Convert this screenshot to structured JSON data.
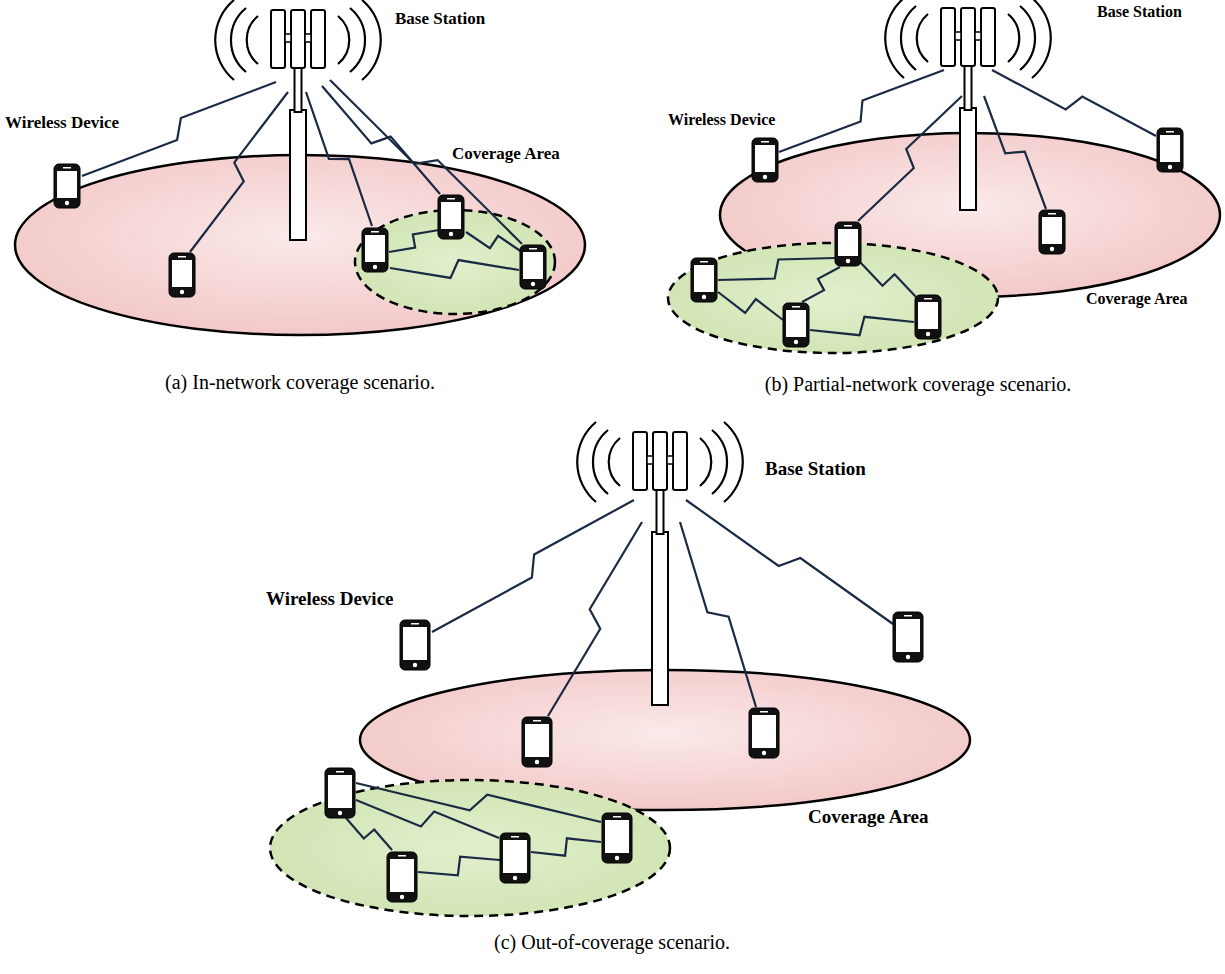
{
  "diagram": {
    "labels": [
      "Base Station",
      "Wireless Device",
      "Coverage Area",
      "(a) In-network coverage scenario.",
      "Base Station",
      "Wireless Device",
      "Coverage Area",
      "(b) Partial-network coverage scenario.",
      "Base Station",
      "Wireless Device",
      "Coverage Area",
      "(c) Out-of-coverage scenario."
    ]
  }
}
